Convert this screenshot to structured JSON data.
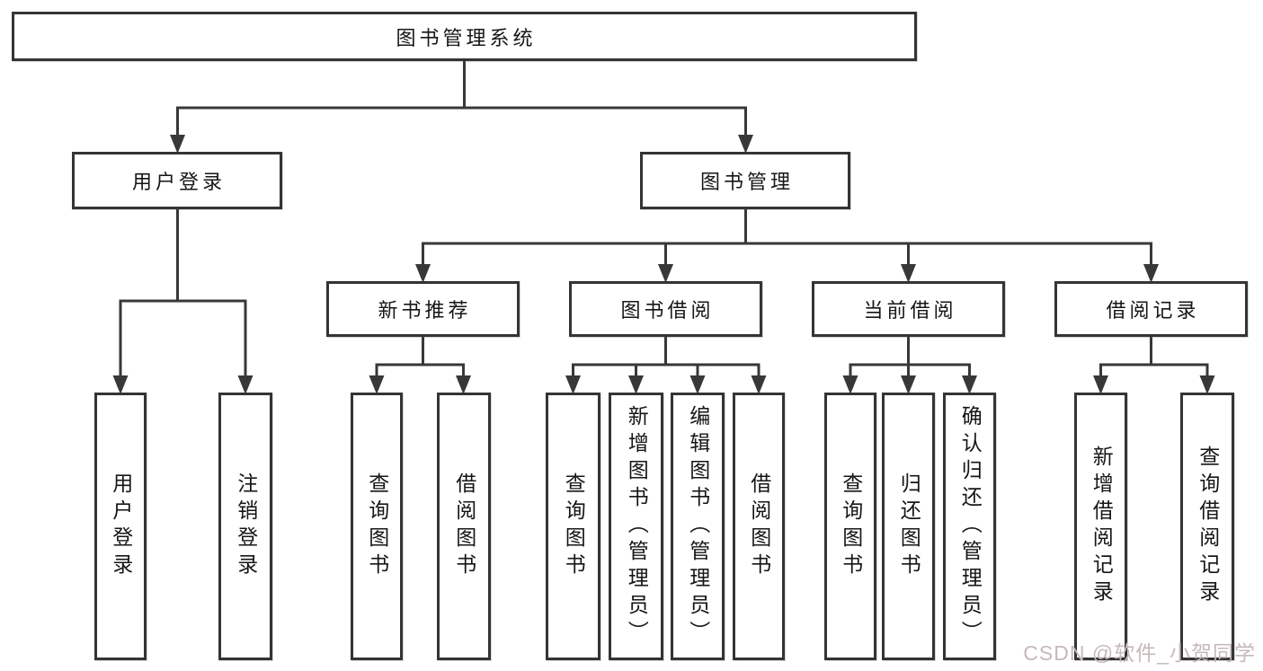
{
  "diagram": {
    "type": "tree",
    "title": "图书管理系统",
    "colors": {
      "line": "#383838",
      "box_border": "#343434",
      "text": "#161616",
      "watermark": "#c6b9ba",
      "background": "#ffffff"
    },
    "nodes": {
      "root": "图书管理系统",
      "user_login": "用户登录",
      "book_mgmt": "图书管理",
      "user_login_leaf": "用户登录",
      "logout_leaf": "注销登录",
      "new_book_rec": "新书推荐",
      "book_borrow": "图书借阅",
      "current_borrow": "当前借阅",
      "borrow_record": "借阅记录",
      "nbr_query_books": "查询图书",
      "nbr_borrow_books": "借阅图书",
      "bb_query_books": "查询图书",
      "bb_add_books": "新增图书（管理员）",
      "bb_edit_books": "编辑图书（管理员）",
      "bb_borrow_books": "借阅图书",
      "cb_query_books": "查询图书",
      "cb_return_books": "归还图书",
      "cb_confirm_return": "确认归还（管理员）",
      "br_add_record": "新增借阅记录",
      "br_query_record": "查询借阅记录"
    },
    "hierarchy": {
      "图书管理系统": {
        "用户登录": [
          "用户登录",
          "注销登录"
        ],
        "图书管理": {
          "新书推荐": [
            "查询图书",
            "借阅图书"
          ],
          "图书借阅": [
            "查询图书",
            "新增图书（管理员）",
            "编辑图书（管理员）",
            "借阅图书"
          ],
          "当前借阅": [
            "查询图书",
            "归还图书",
            "确认归还（管理员）"
          ],
          "借阅记录": [
            "新增借阅记录",
            "查询借阅记录"
          ]
        }
      }
    },
    "watermark": "CSDN @软件_小贺同学"
  }
}
